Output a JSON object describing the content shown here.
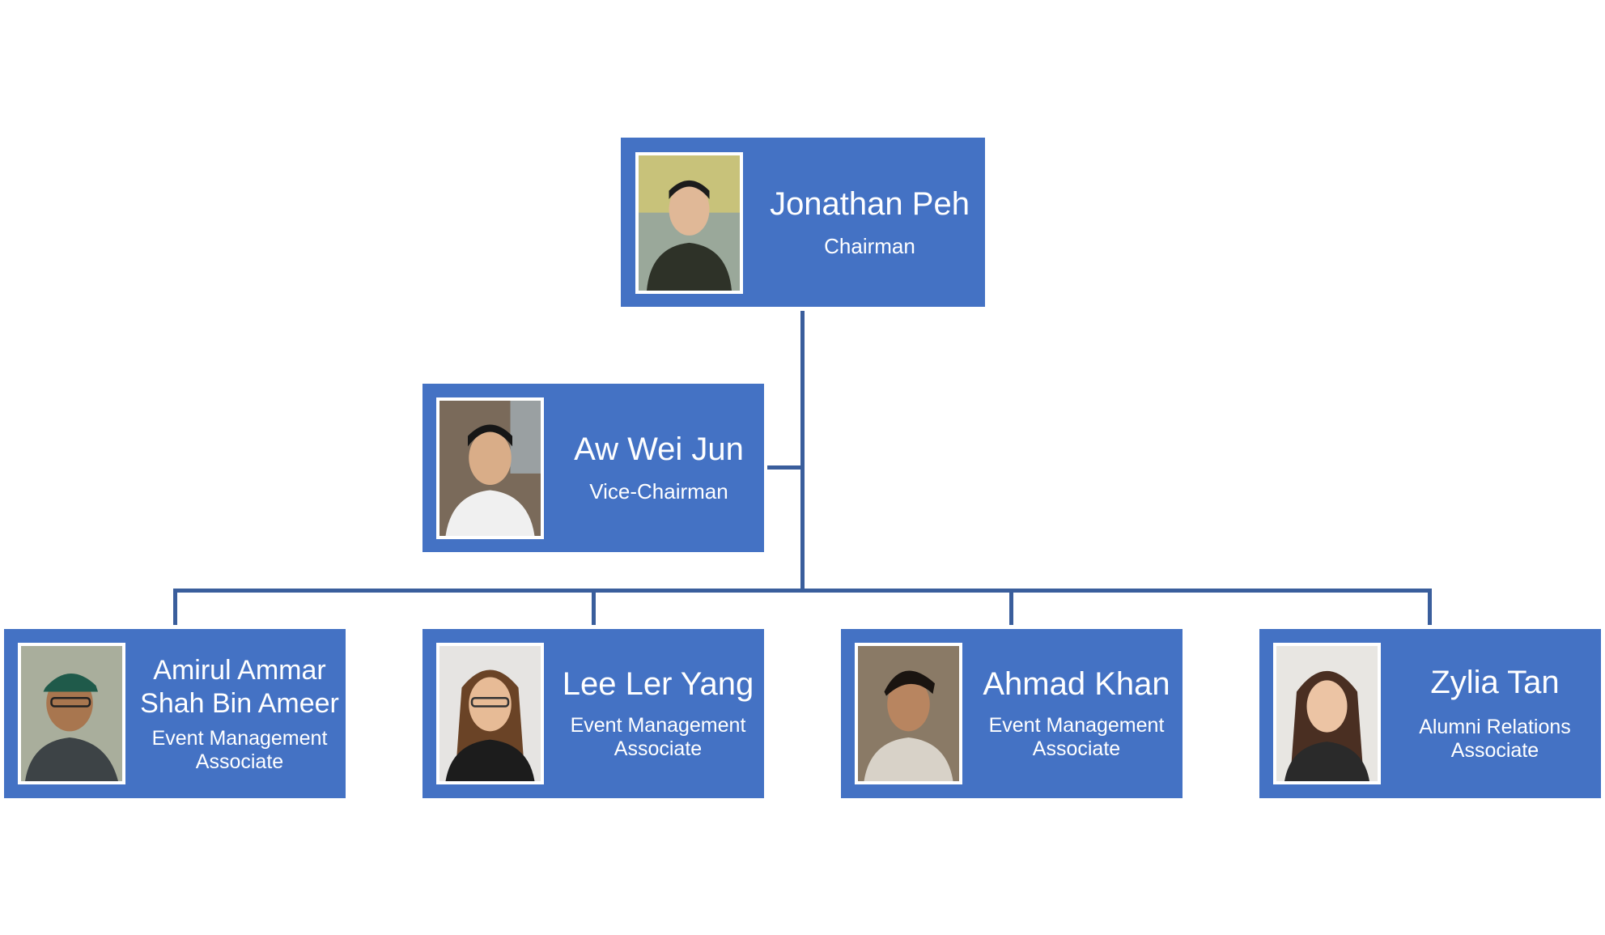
{
  "colors": {
    "box": "#4472c4",
    "line": "#3a5e9c",
    "text": "#ffffff"
  },
  "people": {
    "chairman": {
      "name": "Jonathan Peh",
      "role": "Chairman",
      "photo_icon": "person-photo-icon"
    },
    "vice": {
      "name": "Aw Wei Jun",
      "role": "Vice-Chairman",
      "photo_icon": "person-photo-icon"
    },
    "p1": {
      "name_line1": "Amirul Ammar",
      "name_line2": "Shah Bin Ameer",
      "role_line1": "Event Management",
      "role_line2": "Associate",
      "photo_icon": "person-photo-icon"
    },
    "p2": {
      "name": "Lee Ler Yang",
      "role_line1": "Event Management",
      "role_line2": "Associate",
      "photo_icon": "person-photo-icon"
    },
    "p3": {
      "name": "Ahmad Khan",
      "role_line1": "Event Management",
      "role_line2": "Associate",
      "photo_icon": "person-photo-icon"
    },
    "p4": {
      "name": "Zylia Tan",
      "role_line1": "Alumni Relations",
      "role_line2": "Associate",
      "photo_icon": "person-photo-icon"
    }
  }
}
